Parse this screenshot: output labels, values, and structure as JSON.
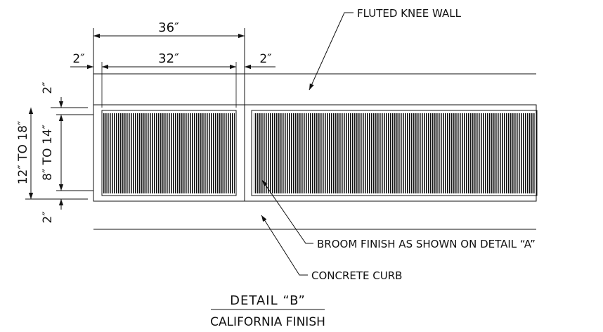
{
  "dimensions": {
    "overall_width": "36″",
    "inner_width": "32″",
    "left_margin": "2″",
    "right_margin": "2″",
    "top_margin": "2″",
    "bottom_margin": "2″",
    "panel_height": "8″ TO 14″",
    "total_height": "12″ TO 18″"
  },
  "callouts": {
    "fluted_knee_wall": "FLUTED KNEE WALL",
    "broom_finish": "BROOM FINISH AS SHOWN ON DETAIL “A”",
    "concrete_curb": "CONCRETE CURB"
  },
  "title": {
    "main": "DETAIL “B”",
    "sub": "CALIFORNIA FINISH"
  }
}
